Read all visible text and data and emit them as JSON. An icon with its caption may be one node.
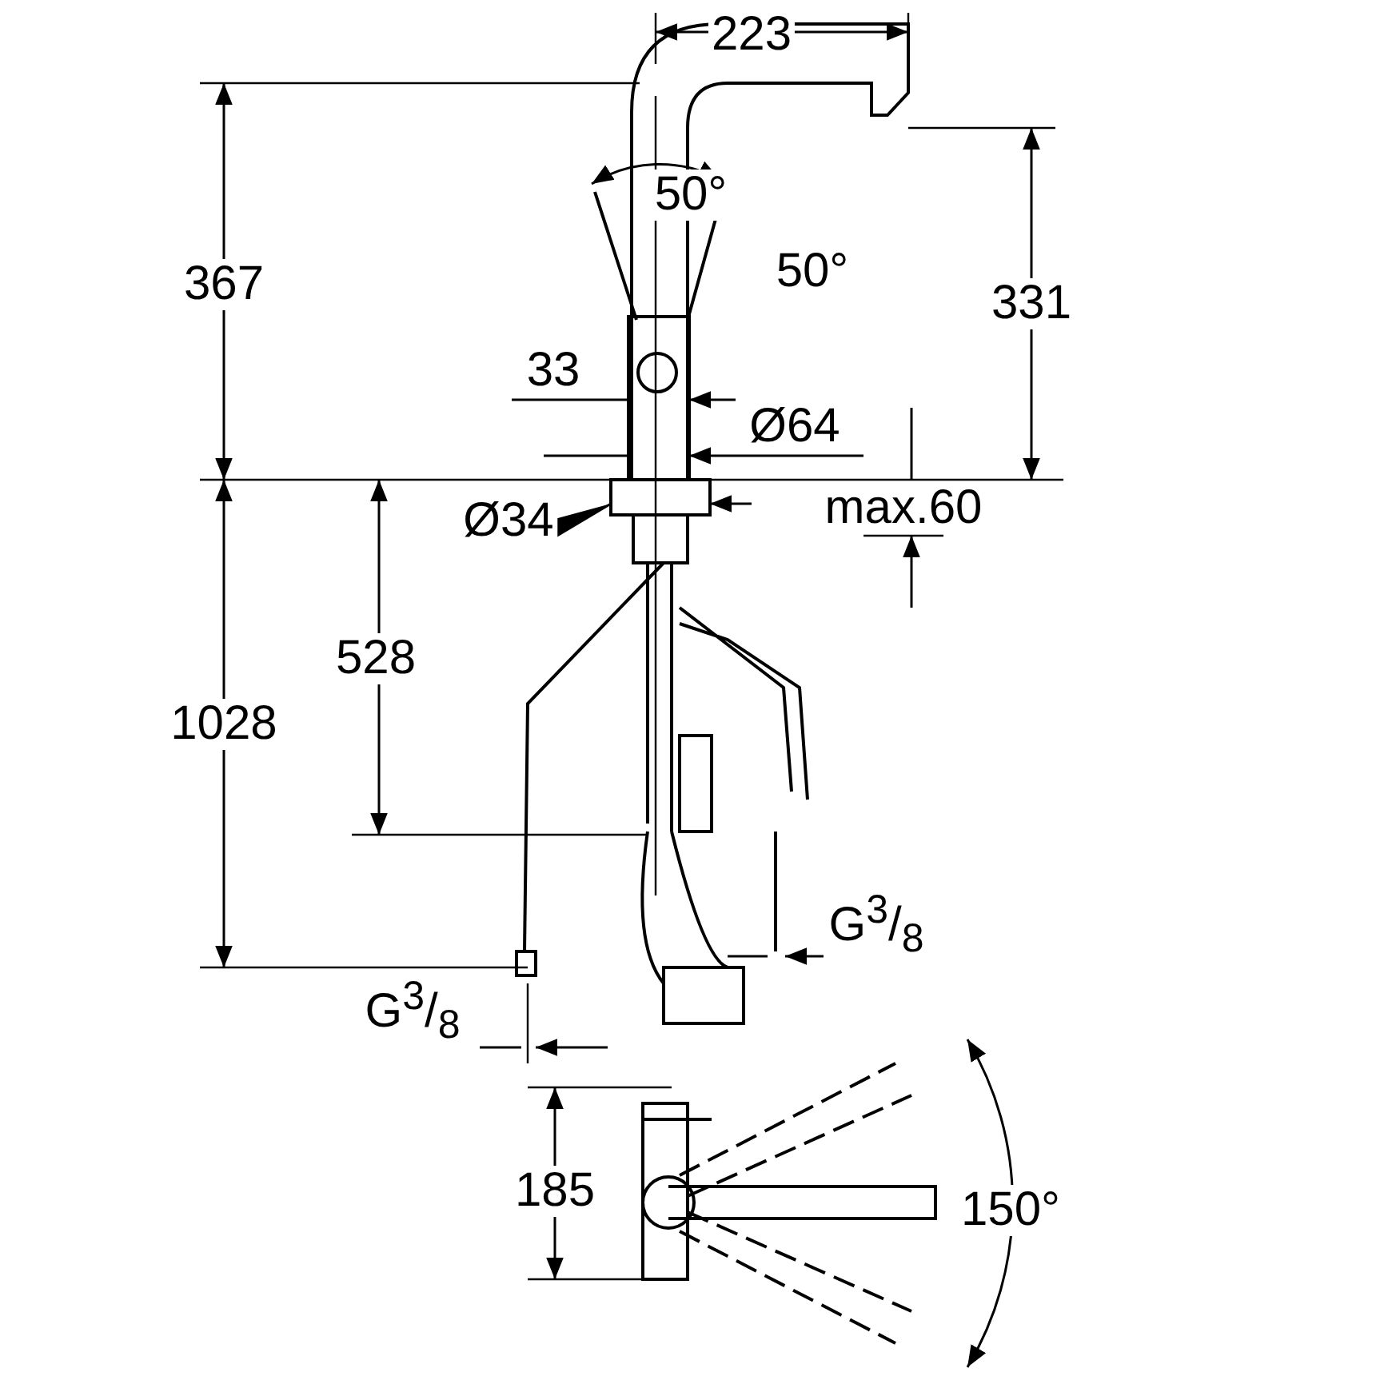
{
  "diagram": {
    "labels": [
      "223",
      "50°",
      "367",
      "50°",
      "331",
      "33",
      "Ø64",
      "Ø34",
      "max.60",
      "528",
      "1028",
      "G$^{3}$/$_{8}$",
      "G$^{3}$/$_{8}$",
      "185",
      "150°"
    ]
  }
}
